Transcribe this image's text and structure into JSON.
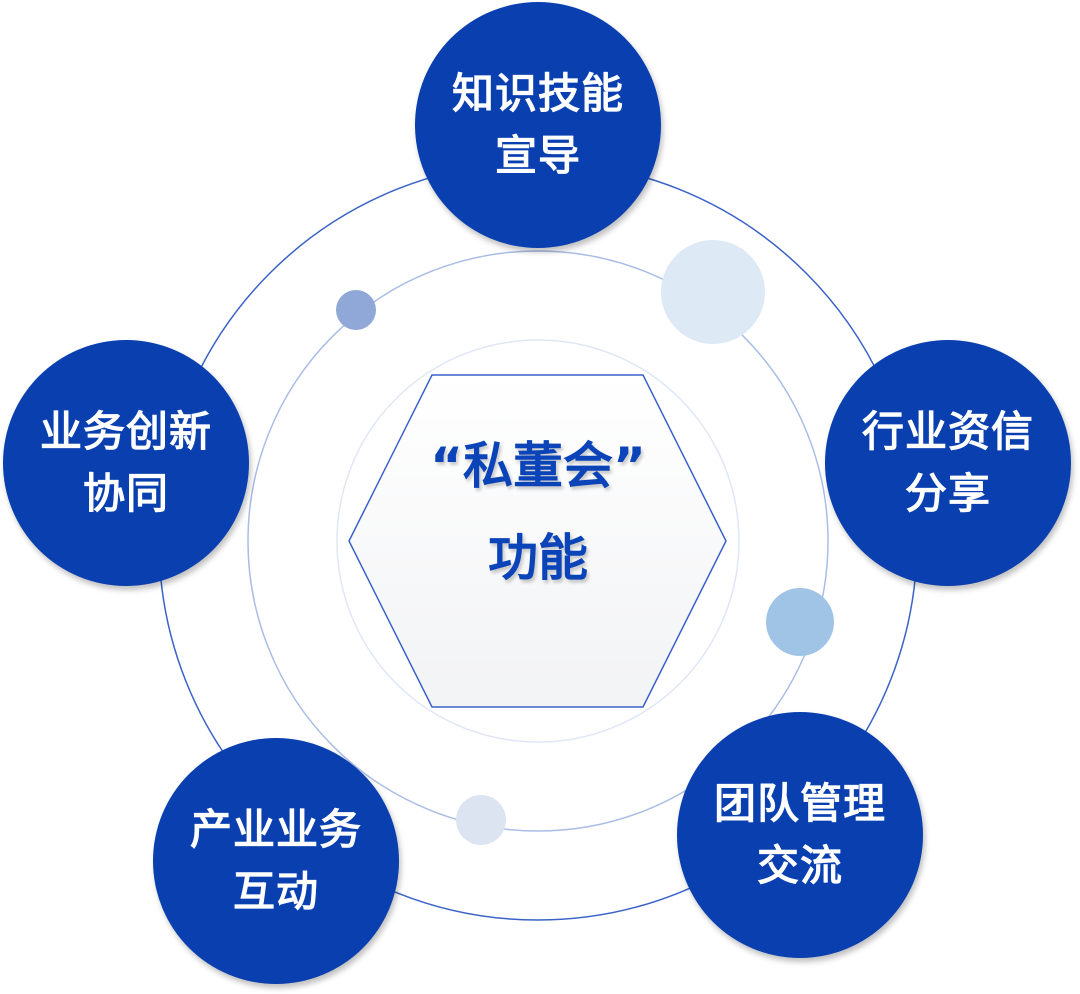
{
  "center": {
    "line1": "“私董会”",
    "line2": "功能"
  },
  "nodes": [
    {
      "line1": "知识技能",
      "line2": "宣导"
    },
    {
      "line1": "行业资信",
      "line2": "分享"
    },
    {
      "line1": "团队管理",
      "line2": "交流"
    },
    {
      "line1": "产业业务",
      "line2": "互动"
    },
    {
      "line1": "业务创新",
      "line2": "协同"
    }
  ],
  "colors": {
    "node": "#0a3fb0",
    "center_text": "#0a44b8",
    "ring": "#3a62c8"
  }
}
